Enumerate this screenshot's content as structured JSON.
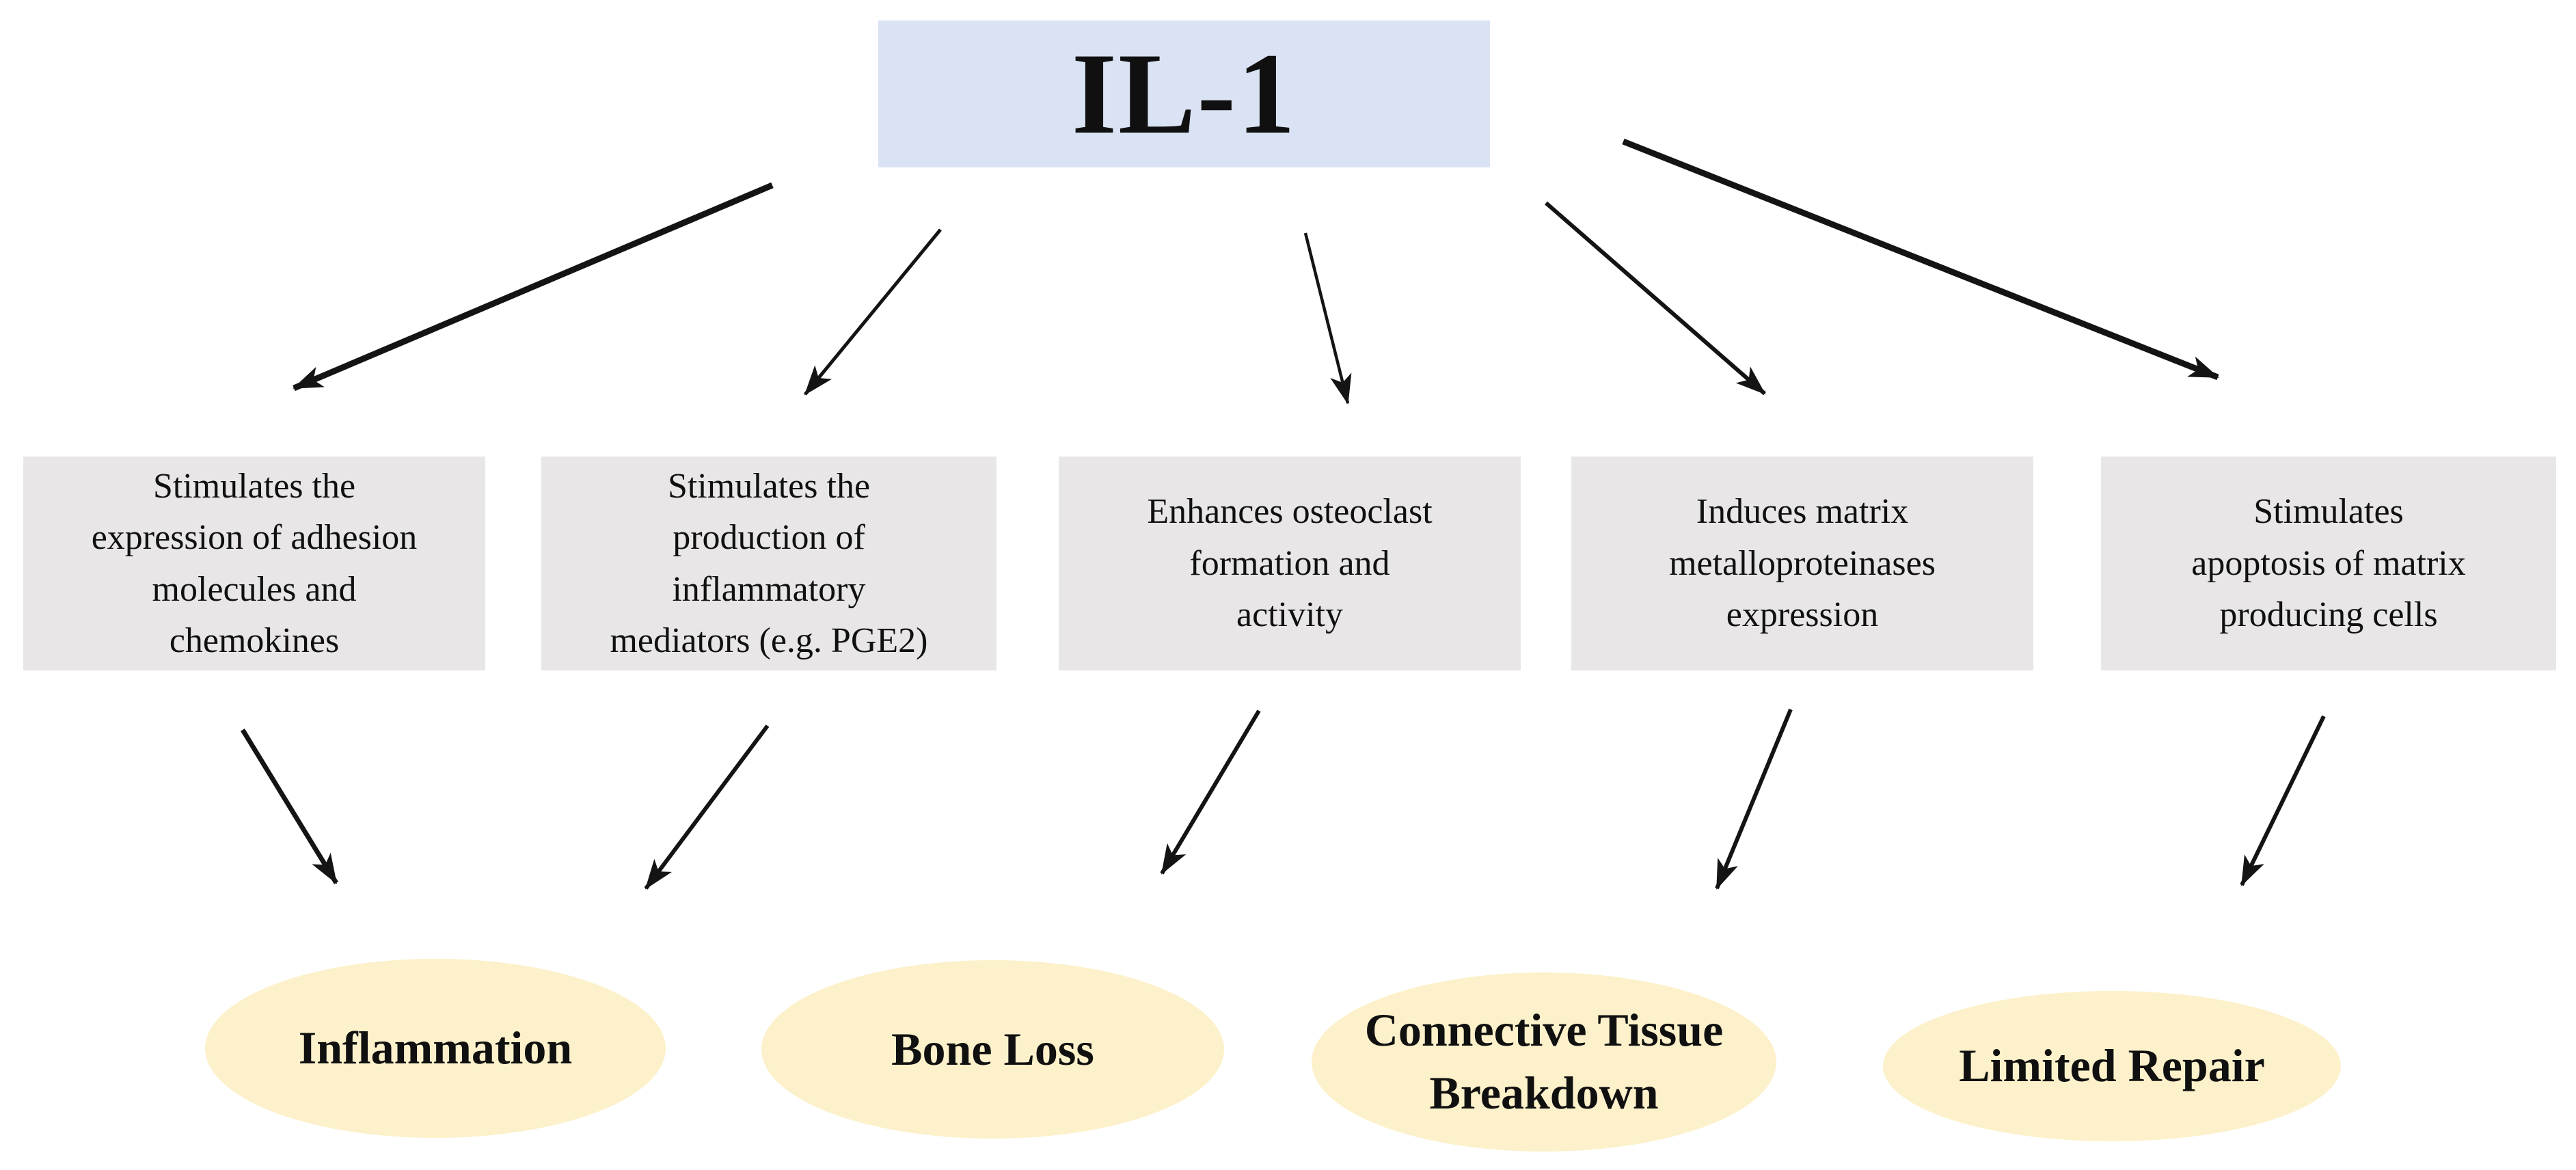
{
  "diagram": {
    "root": {
      "id": "il1",
      "label": "IL-1"
    },
    "mediators": [
      {
        "id": "mediator-1",
        "lines": [
          "Stimulates the",
          "expression of adhesion",
          "molecules and",
          "chemokines"
        ]
      },
      {
        "id": "mediator-2",
        "lines": [
          "Stimulates the",
          "production of",
          "inflammatory",
          "mediators (e.g. PGE2)"
        ]
      },
      {
        "id": "mediator-3",
        "lines": [
          "Enhances osteoclast",
          "formation and",
          "activity"
        ]
      },
      {
        "id": "mediator-4",
        "lines": [
          "Induces matrix",
          "metalloproteinases",
          "expression"
        ]
      },
      {
        "id": "mediator-5",
        "lines": [
          "Stimulates",
          "apoptosis of matrix",
          "producing cells"
        ]
      }
    ],
    "outcomes": [
      {
        "id": "outcome-inflammation",
        "lines": [
          "Inflammation"
        ]
      },
      {
        "id": "outcome-bone-loss",
        "lines": [
          "Bone Loss"
        ]
      },
      {
        "id": "outcome-connective-tissue-breakdown",
        "lines": [
          "Connective Tissue",
          "Breakdown"
        ]
      },
      {
        "id": "outcome-limited-repair",
        "lines": [
          "Limited Repair"
        ]
      }
    ],
    "edges": [
      {
        "from": "il1",
        "to": "mediator-1"
      },
      {
        "from": "il1",
        "to": "mediator-2"
      },
      {
        "from": "il1",
        "to": "mediator-3"
      },
      {
        "from": "il1",
        "to": "mediator-4"
      },
      {
        "from": "il1",
        "to": "mediator-5"
      },
      {
        "from": "mediator-1",
        "to": "outcome-inflammation"
      },
      {
        "from": "mediator-2",
        "to": "outcome-inflammation"
      },
      {
        "from": "mediator-3",
        "to": "outcome-bone-loss"
      },
      {
        "from": "mediator-4",
        "to": "outcome-connective-tissue-breakdown"
      },
      {
        "from": "mediator-5",
        "to": "outcome-limited-repair"
      }
    ],
    "colors": {
      "root_fill": "#dae3f3",
      "mediator_fill": "#e8e6e6",
      "outcome_fill": "#fcf1ca",
      "arrow": "#141414",
      "text": "#101010",
      "background": "#ffffff"
    }
  }
}
